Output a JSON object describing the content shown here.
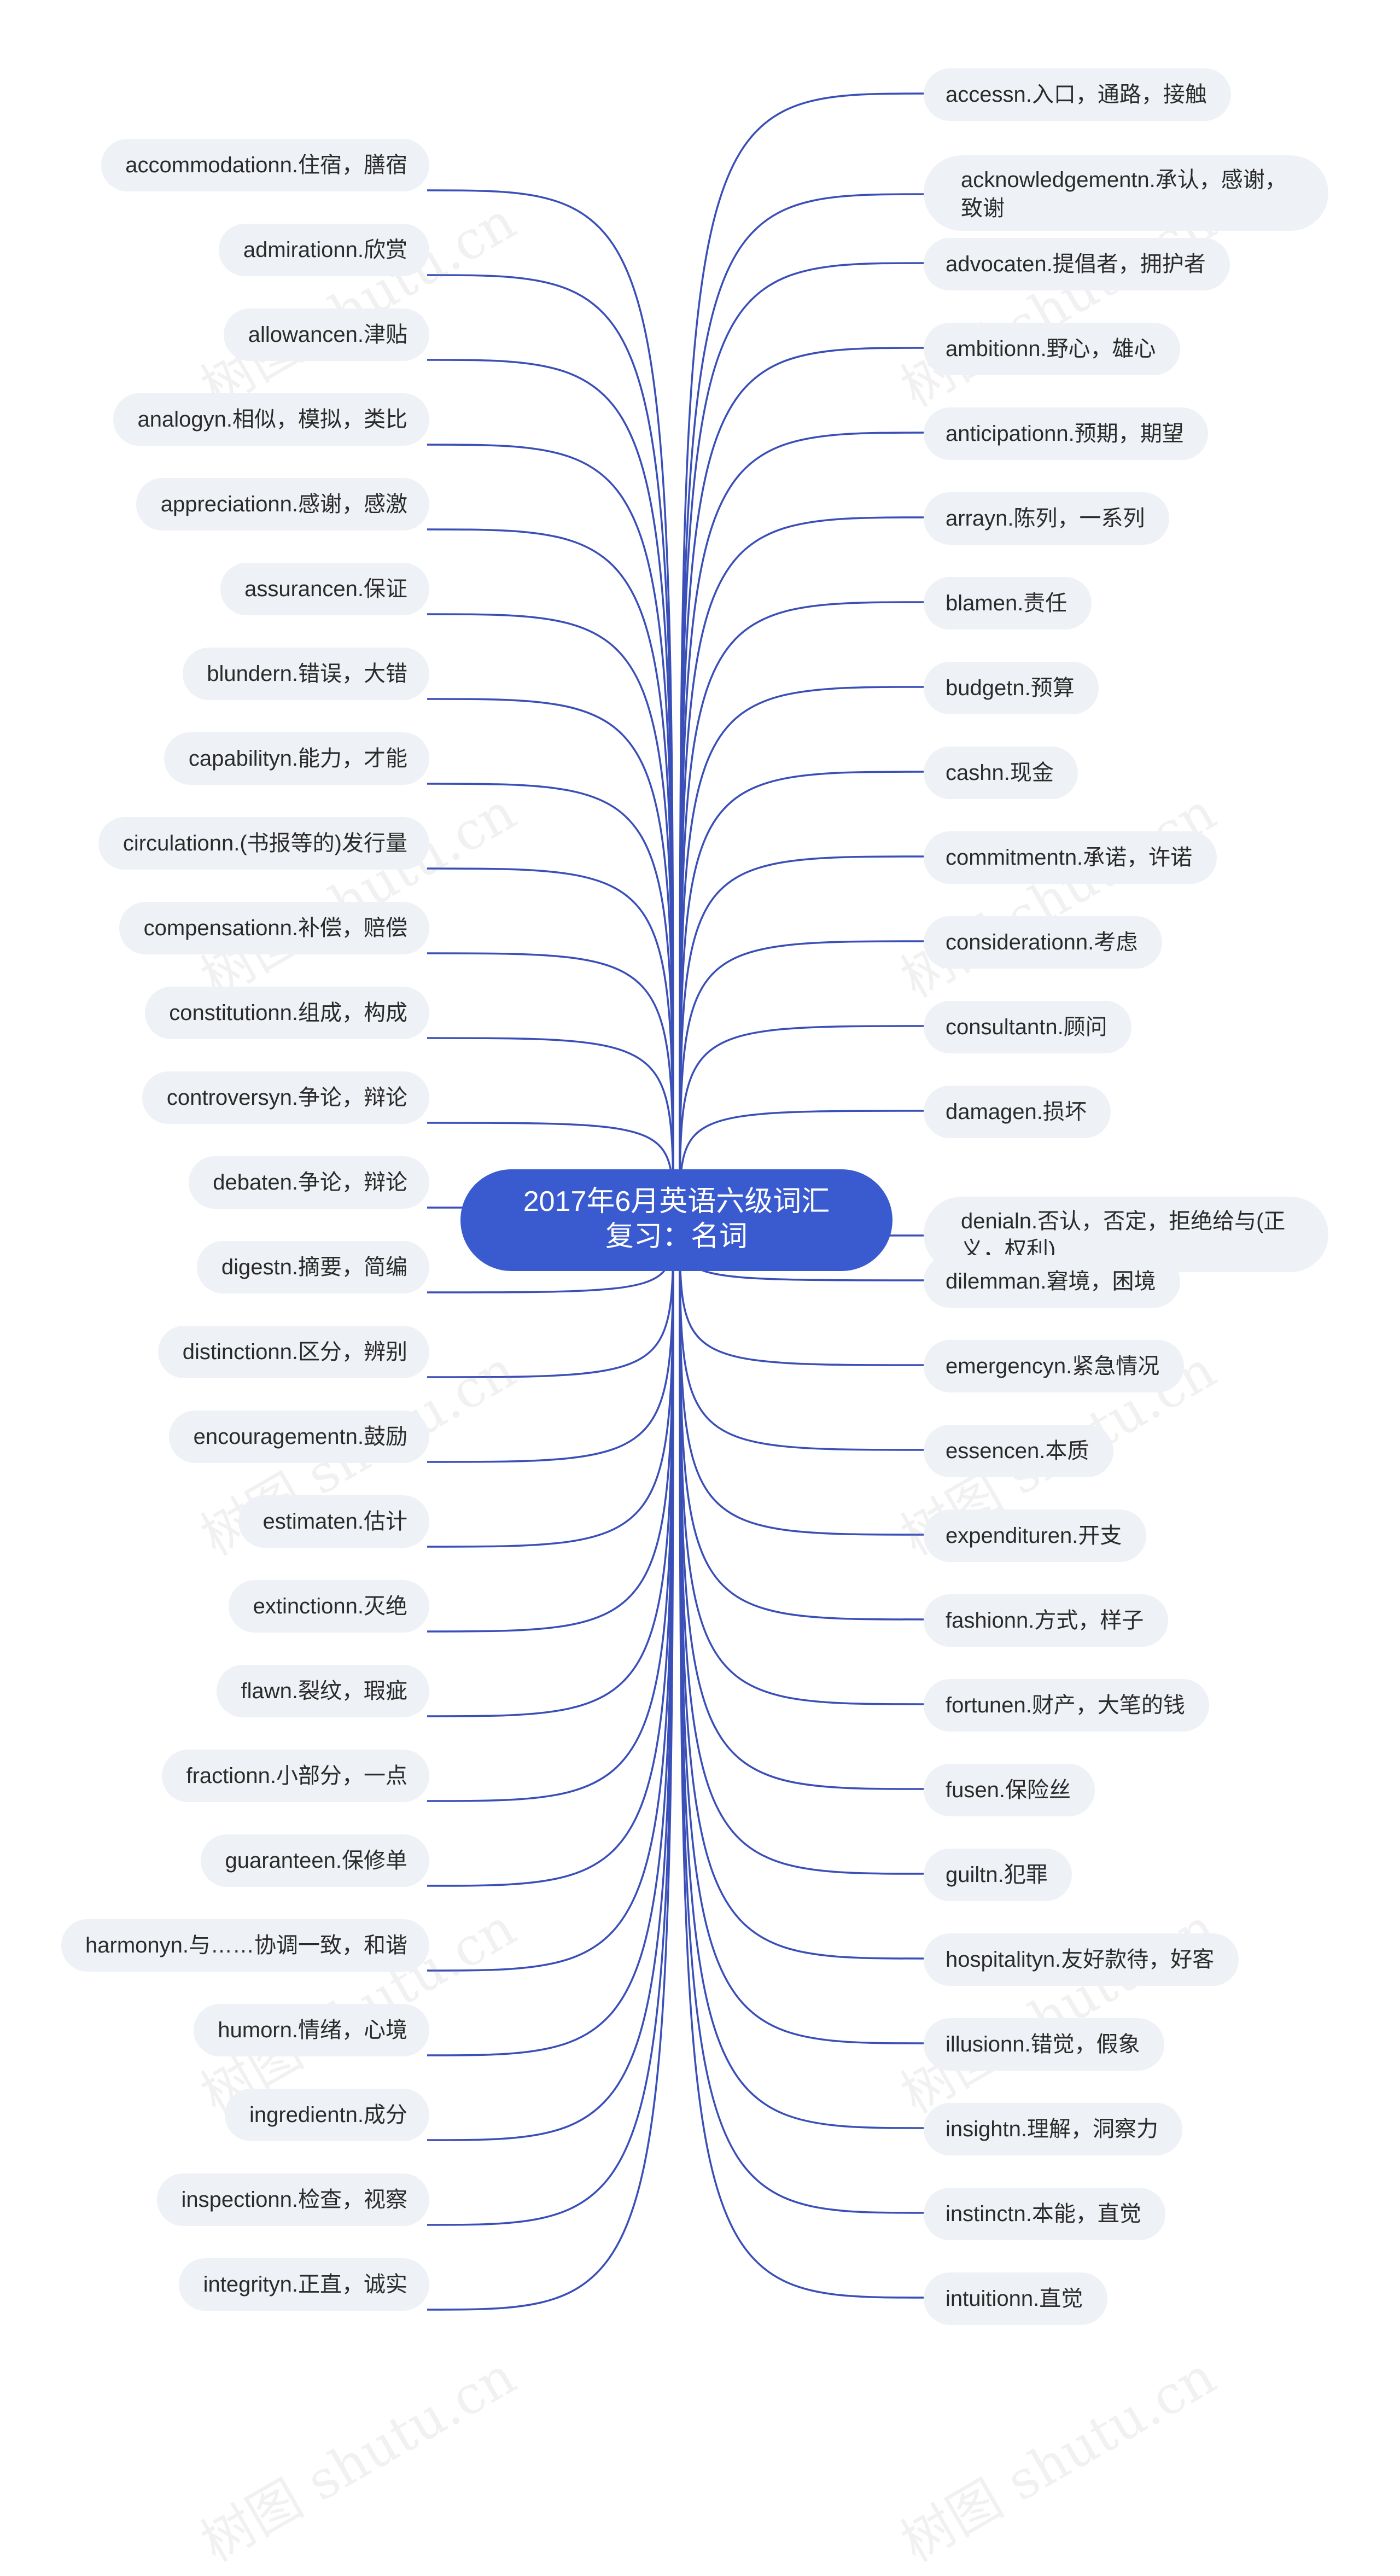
{
  "root": {
    "line1": "2017年6月英语六级词汇",
    "line2": "复习：名词"
  },
  "watermark": "树图 shutu.cn",
  "link_color": "#3a4fb7",
  "left": [
    "accommodationn.住宿，膳宿",
    "admirationn.欣赏",
    "allowancen.津贴",
    "analogyn.相似，模拟，类比",
    "appreciationn.感谢，感激",
    "assurancen.保证",
    "blundern.错误，大错",
    "capabilityn.能力，才能",
    "circulationn.(书报等的)发行量",
    "compensationn.补偿，赔偿",
    "constitutionn.组成，构成",
    "controversyn.争论，辩论",
    "debaten.争论，辩论",
    "digestn.摘要，简编",
    "distinctionn.区分，辨别",
    "encouragementn.鼓励",
    "estimaten.估计",
    "extinctionn.灭绝",
    "flawn.裂纹，瑕疵",
    "fractionn.小部分，一点",
    "guaranteen.保修单",
    "harmonyn.与……协调一致，和谐",
    "humorn.情绪，心境",
    "ingredientn.成分",
    "inspectionn.检查，视察",
    "integrityn.正直，诚实"
  ],
  "right": [
    "accessn.入口，通路，接触",
    "acknowledgementn.承认，感谢，致谢",
    "advocaten.提倡者，拥护者",
    "ambitionn.野心，雄心",
    "anticipationn.预期，期望",
    "arrayn.陈列，一系列",
    "blamen.责任",
    "budgetn.预算",
    "cashn.现金",
    "commitmentn.承诺，许诺",
    "considerationn.考虑",
    "consultantn.顾问",
    "damagen.损坏",
    "denialn.否认，否定，拒绝给与(正义，权利)",
    "dilemman.窘境，困境",
    "emergencyn.紧急情况",
    "essencen.本质",
    "expendituren.开支",
    "fashionn.方式，样子",
    "fortunen.财产，大笔的钱",
    "fusen.保险丝",
    "guiltn.犯罪",
    "hospitalityn.友好款待，好客",
    "illusionn.错觉，假象",
    "insightn.理解，洞察力",
    "instinctn.本能，直觉",
    "intuitionn.直觉"
  ]
}
